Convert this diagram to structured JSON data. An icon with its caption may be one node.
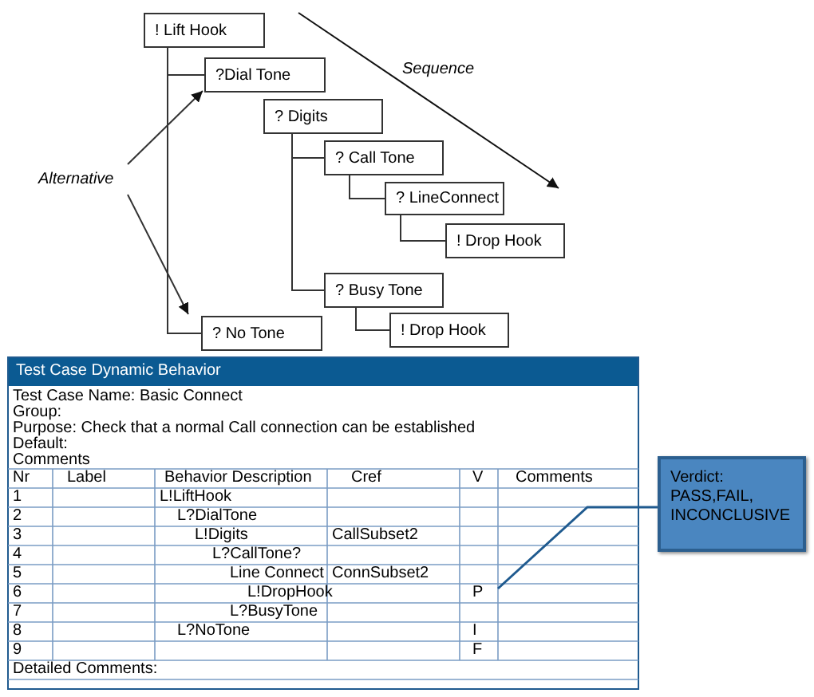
{
  "diagram": {
    "nodes": [
      {
        "text": [
          "! Lift Hook"
        ]
      },
      {
        "text": [
          "?Dial Tone"
        ]
      },
      {
        "text": [
          "? Digits"
        ]
      },
      {
        "text": [
          "? Call Tone"
        ]
      },
      {
        "text": [
          "? LineConnect"
        ]
      },
      {
        "text": [
          "! Drop Hook"
        ]
      },
      {
        "text": [
          "? Busy Tone"
        ]
      },
      {
        "text": [
          "! Drop Hook"
        ]
      },
      {
        "text": [
          "? No Tone"
        ]
      },
      {
        "text": [
          "Alternative"
        ]
      },
      {
        "text": [
          "Verdict: PASS,FAIL, INCONCLUSIVE"
        ]
      }
    ],
    "edges": [
      {
        "from": 0,
        "to": 1,
        "arrow": "none"
      },
      {
        "from": 0,
        "to": 8,
        "arrow": "none"
      },
      {
        "from": 2,
        "to": 3,
        "arrow": "none"
      },
      {
        "from": 2,
        "to": 6,
        "arrow": "none"
      },
      {
        "from": 3,
        "to": 4,
        "arrow": "none"
      },
      {
        "from": 4,
        "to": 5,
        "arrow": "none"
      },
      {
        "from": 6,
        "to": 7,
        "arrow": "none"
      },
      {
        "from": 9,
        "to": 1,
        "arrow": "to"
      },
      {
        "from": 9,
        "to": 8,
        "arrow": "to"
      },
      {
        "from": 10,
        "to": null,
        "arrow": "none",
        "color": "#1f5a8f"
      }
    ],
    "labels": [
      "Sequence",
      "Test Case Dynamic Behavior",
      "Test Case Name: Basic Connect",
      "Group:",
      "Purpose:  Check that a normal Call connection can be established",
      "Default:",
      "Comments",
      "Nr",
      "Label",
      "Behavior Description",
      "Cref",
      "V",
      "Comments",
      "1",
      "L!LiftHook",
      "2",
      "L?DialTone",
      "3",
      "L!Digits",
      "CallSubset2",
      "4",
      "L?CallTone?",
      "5",
      "Line Connect",
      "ConnSubset2",
      "6",
      "L!DropHook",
      "P",
      "7",
      "L?BusyTone",
      "8",
      "L?NoTone",
      "I",
      "9",
      "F",
      "Detailed Comments:"
    ]
  }
}
